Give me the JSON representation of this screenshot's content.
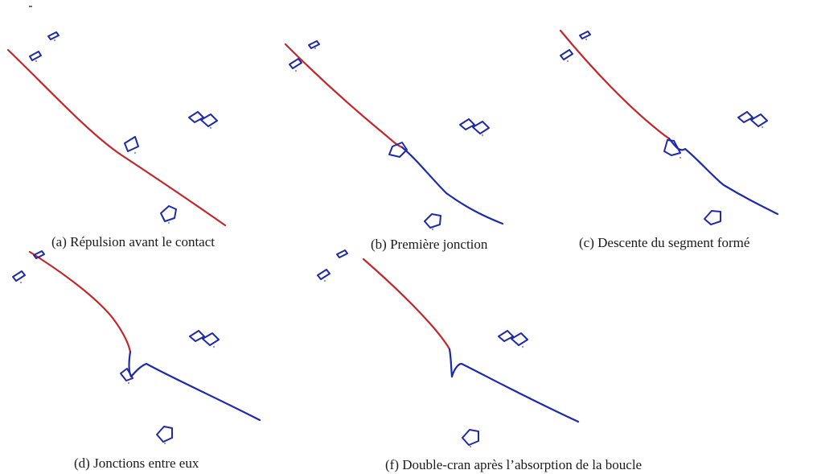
{
  "panels": [
    {
      "id": "a",
      "caption": "(a) Répulsion avant le contact"
    },
    {
      "id": "b",
      "caption": "(b) Première jonction"
    },
    {
      "id": "c",
      "caption": "(c) Descente du segment formé"
    },
    {
      "id": "d",
      "caption": "(d) Jonctions entre eux"
    },
    {
      "id": "f",
      "caption": "(f) Double-cran après l’absorption de la boucle"
    }
  ],
  "colors": {
    "dislocation_initial": "#c0282d",
    "dislocation_joined": "#1f2aa8",
    "loops": "#1f2aa8"
  }
}
